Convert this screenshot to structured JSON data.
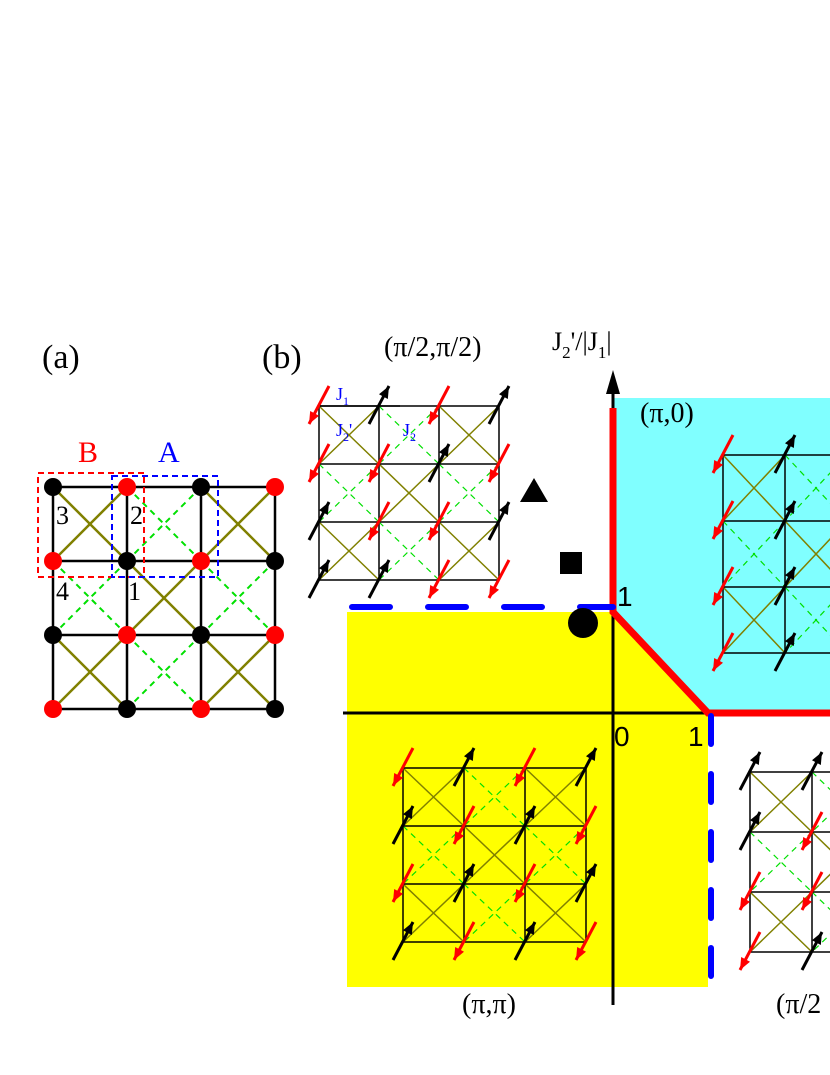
{
  "panel_a": {
    "label": "(a)",
    "cell_b_label": "B",
    "cell_a_label": "A",
    "site_labels": [
      "3",
      "2",
      "4",
      "1"
    ]
  },
  "panel_b": {
    "label": "(b)",
    "y_axis_label": "J",
    "y_axis_label_sub": "2",
    "y_axis_label_rest": "'/|J",
    "y_axis_label_sub2": "1",
    "y_axis_label_end": "|",
    "tick_y_1": "1",
    "tick_origin": "0",
    "tick_x_1": "1",
    "phases": [
      {
        "label": "(π/2,π/2)",
        "region_color": "#ffffff"
      },
      {
        "label": "(π,0)",
        "region_color": "#80ffff"
      },
      {
        "label": "(π,π)",
        "region_color": "#ffff00"
      },
      {
        "label": "(π/2",
        "region_color": "#ffffff"
      }
    ],
    "bond_labels": {
      "j1": "J",
      "j1_sub": "1",
      "j2p": "J",
      "j2p_sub": "2",
      "j2p_prime": "'",
      "j2": "J",
      "j2_sub": "2"
    }
  },
  "colors": {
    "spin_up": "#000000",
    "spin_down": "#ff0000",
    "bond_j2": "#808000",
    "bond_j2p": "#00e000",
    "boundary_solid": "#ff0000",
    "boundary_dashed": "#0000ff",
    "cell_a": "#0000ff",
    "cell_b": "#ff0000"
  }
}
